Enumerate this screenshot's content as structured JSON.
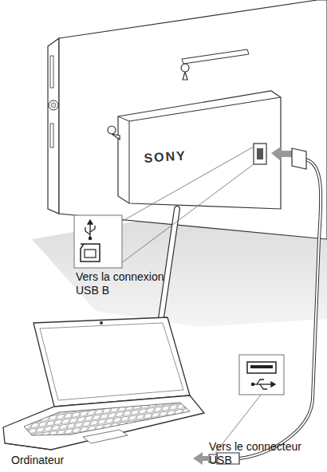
{
  "diagram": {
    "labels": [
      "SONY",
      "Vers la connexion USB B",
      "Ordinateur",
      "Vers le connecteur USB"
    ]
  }
}
